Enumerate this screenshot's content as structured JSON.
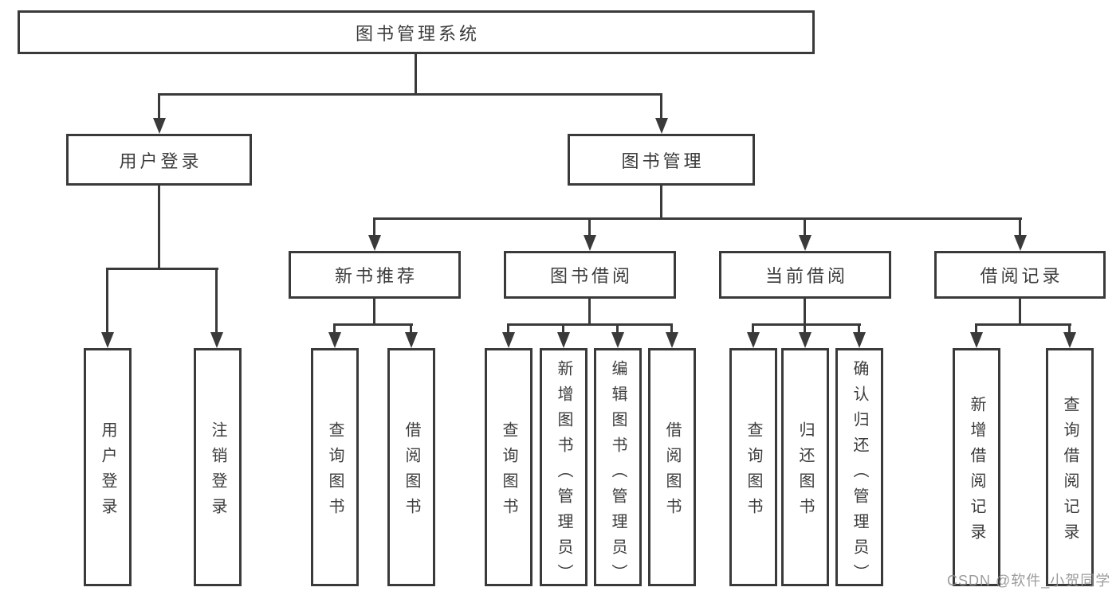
{
  "diagram": {
    "root": "图书管理系统",
    "branches": [
      {
        "label": "用户登录",
        "children": [
          "用户登录",
          "注销登录"
        ]
      },
      {
        "label": "图书管理",
        "sections": [
          {
            "label": "新书推荐",
            "children": [
              "查询图书",
              "借阅图书"
            ]
          },
          {
            "label": "图书借阅",
            "children": [
              "查询图书",
              "新增图书（管理员）",
              "编辑图书（管理员）",
              "借阅图书"
            ]
          },
          {
            "label": "当前借阅",
            "children": [
              "查询图书",
              "归还图书",
              "确认归还（管理员）"
            ]
          },
          {
            "label": "借阅记录",
            "children": [
              "新增借阅记录",
              "查询借阅记录"
            ]
          }
        ]
      }
    ]
  },
  "watermark": "CSDN @软件_小贺同学",
  "colors": {
    "line": "#3a3a3a",
    "text": "#3c3c3c",
    "watermark": "#949496",
    "background": "#ffffff"
  }
}
